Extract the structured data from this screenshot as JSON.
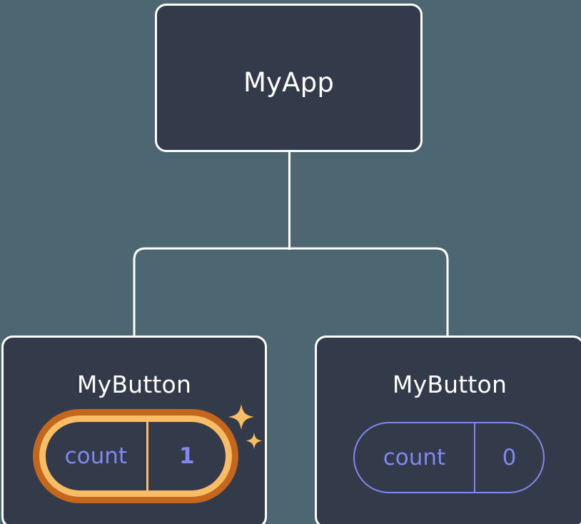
{
  "diagram": {
    "type": "component-tree",
    "background_color": "#4d6772",
    "node_fill_color": "#333b4a",
    "node_border_color": "#ffffff",
    "highlight_color": "#f9bd65",
    "highlight_outer_color": "#c4661c",
    "state_text_color": "#8287ef"
  },
  "nodes": {
    "root": {
      "label": "MyApp"
    },
    "children": [
      {
        "label": "MyButton",
        "state": {
          "key": "count",
          "value": "1"
        },
        "highlighted": true,
        "sparkle_big": "sparkle-icon",
        "sparkle_small": "sparkle-icon"
      },
      {
        "label": "MyButton",
        "state": {
          "key": "count",
          "value": "0"
        },
        "highlighted": false
      }
    ]
  }
}
